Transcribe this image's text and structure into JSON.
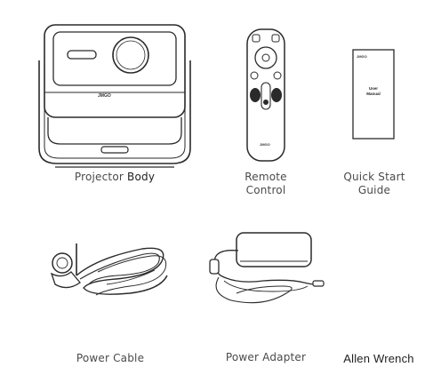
{
  "items": [
    {
      "id": "projector",
      "name_part1": "Projector",
      "name_part2": "Body",
      "logo": "JMGO",
      "icon": "projector-icon"
    },
    {
      "id": "remote",
      "name_line1": "Remote",
      "name_line2": "Control",
      "logo": "JMGO",
      "icon": "remote-control-icon"
    },
    {
      "id": "quick-start",
      "name_line1": "Quick Start",
      "name_line2": "Guide",
      "logo": "JMGO",
      "booklet_line1": "User",
      "booklet_line2": "Manual",
      "icon": "booklet-icon"
    },
    {
      "id": "power-cable",
      "name": "Power Cable",
      "icon": "power-cable-icon"
    },
    {
      "id": "power-adapter",
      "name": "Power Adapter",
      "icon": "power-adapter-icon"
    },
    {
      "id": "allen-wrench",
      "name": "Allen Wrench"
    }
  ],
  "colors": {
    "line": "#2a2a2a",
    "text": "#3a3a3a",
    "background": "#ffffff"
  }
}
